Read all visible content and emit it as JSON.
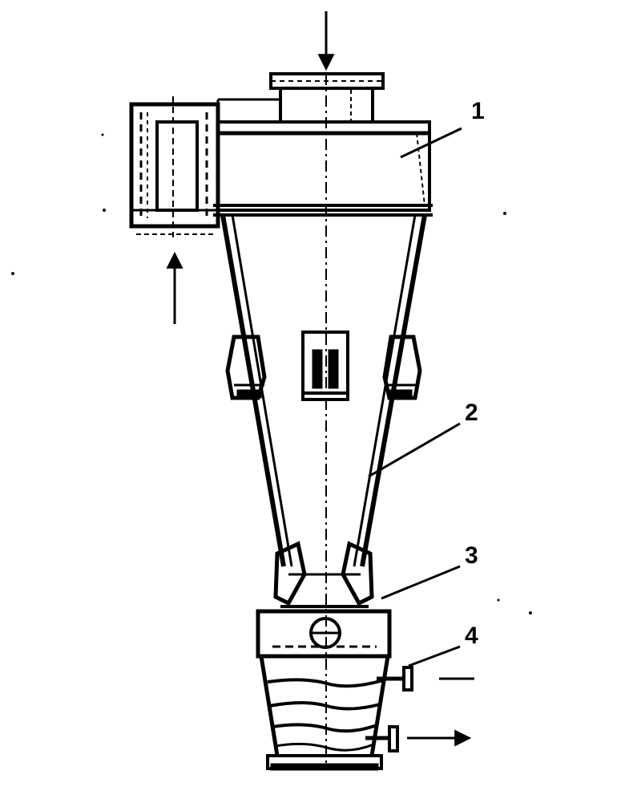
{
  "diagram": {
    "callouts": [
      {
        "id": "1",
        "text": "1"
      },
      {
        "id": "2",
        "text": "2"
      },
      {
        "id": "3",
        "text": "3"
      },
      {
        "id": "4",
        "text": "4"
      }
    ],
    "ink_color": "#000000",
    "background_color": "#ffffff"
  }
}
